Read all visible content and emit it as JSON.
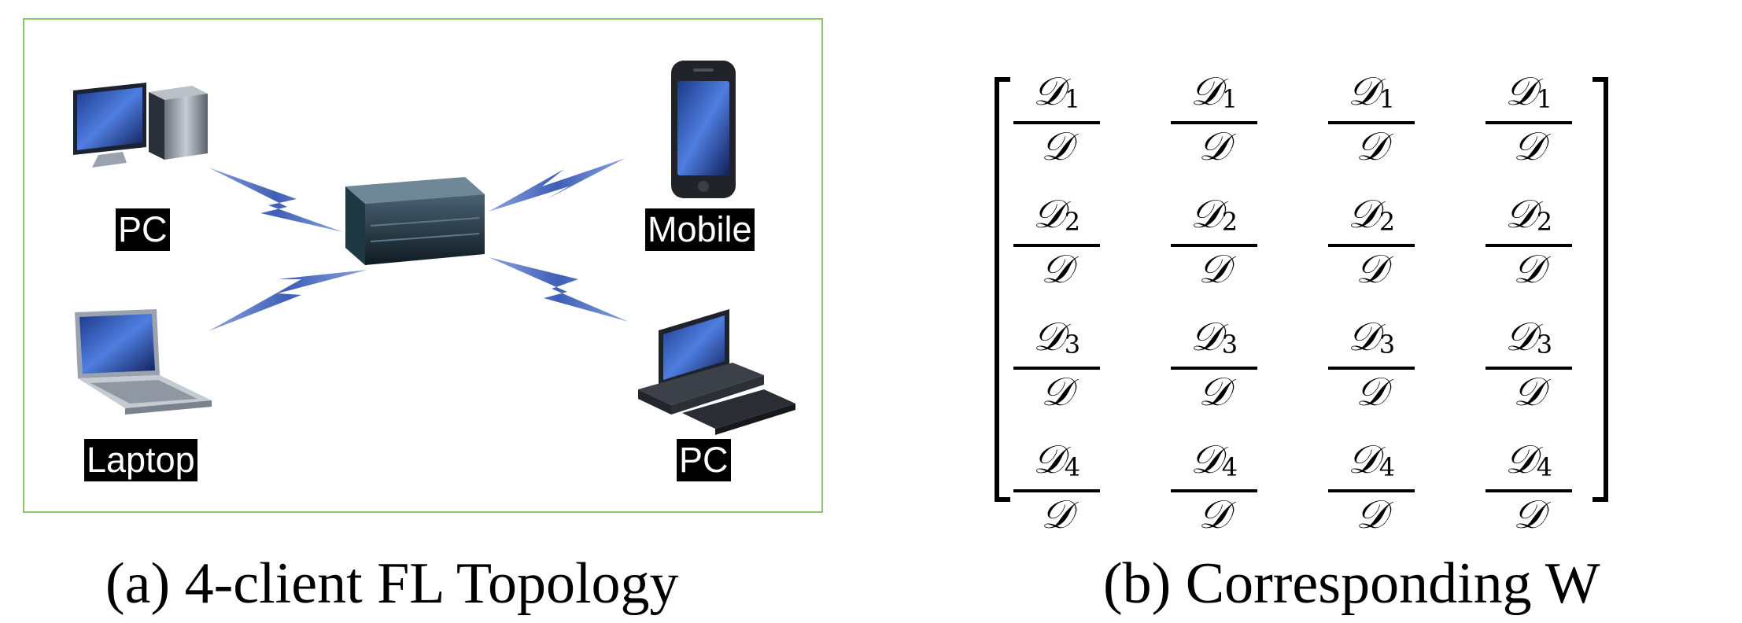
{
  "panel_a": {
    "caption": "(a) 4-client FL Topology",
    "labels": {
      "pc_top": "PC",
      "mobile": "Mobile",
      "laptop": "Laptop",
      "pc_bottom": "PC"
    }
  },
  "panel_b": {
    "caption": "(b) Corresponding W",
    "matrix": {
      "denominator": "𝒟",
      "rows": [
        {
          "symbol": "𝒟",
          "sub": "1"
        },
        {
          "symbol": "𝒟",
          "sub": "2"
        },
        {
          "symbol": "𝒟",
          "sub": "3"
        },
        {
          "symbol": "𝒟",
          "sub": "4"
        }
      ]
    }
  },
  "colors": {
    "frame_border": "#8cc66a",
    "link_fill": "#5b7bc4"
  },
  "icons": [
    "desktop-pc-icon",
    "mobile-phone-icon",
    "laptop-icon",
    "terminal-pc-icon",
    "server-icon",
    "wireless-link-icon"
  ]
}
